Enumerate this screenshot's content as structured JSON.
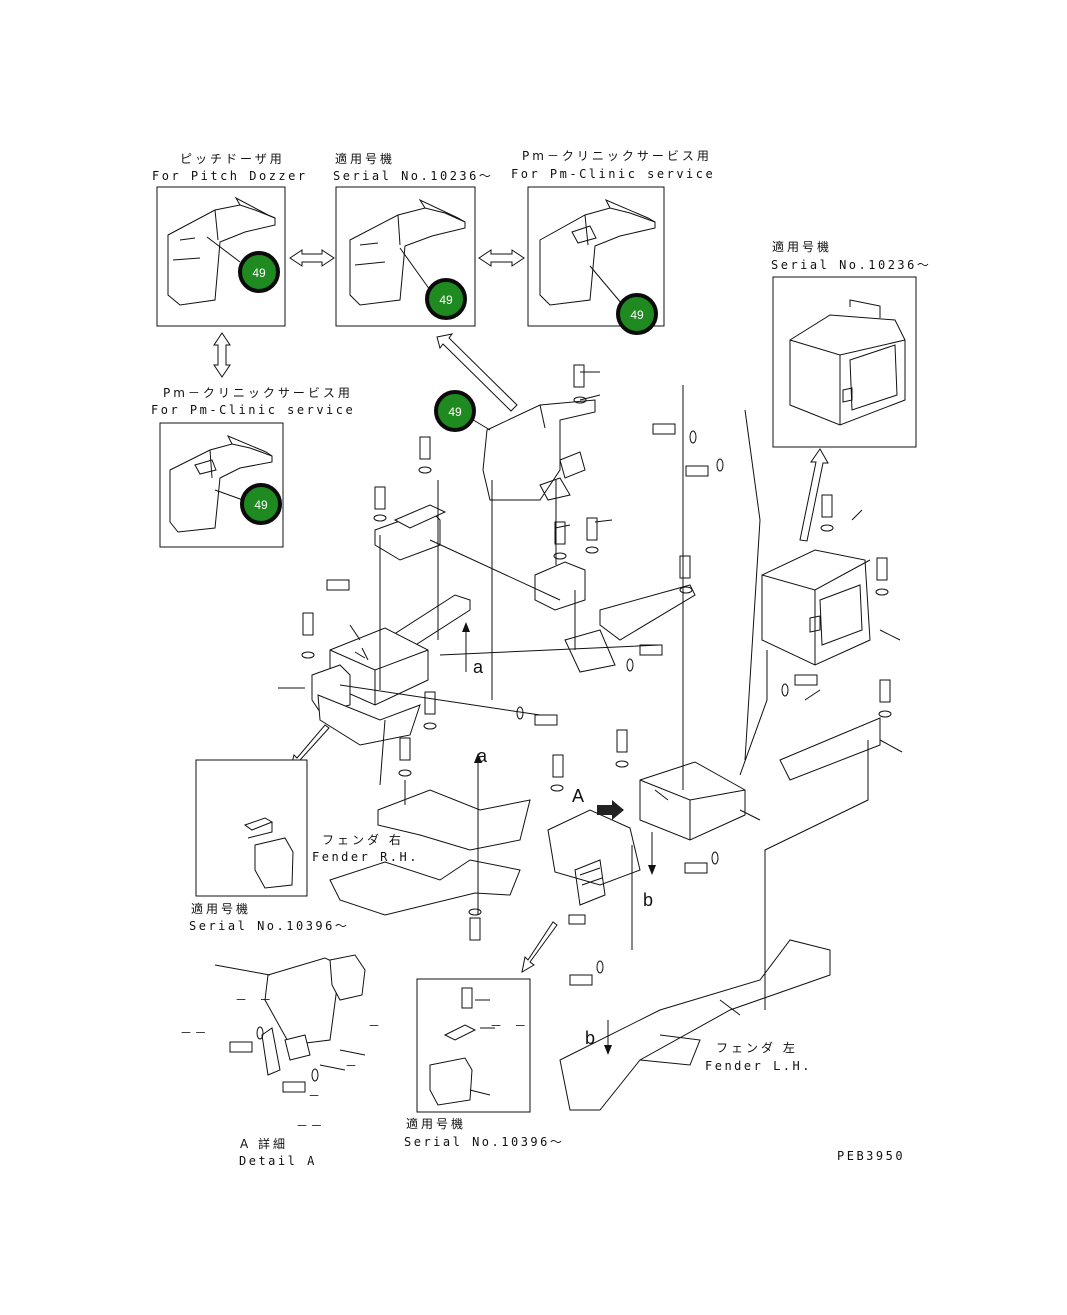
{
  "labels": {
    "pitch_jp": "ピッチドーザ用",
    "pitch_en": "For Pitch Dozzer",
    "serial_jp": "適用号機",
    "serial_10236": "Serial No.10236～",
    "pm_jp": "Pm－クリニックサービス用",
    "pm_en": "For Pm-Clinic service",
    "pm_jp_2": "Pm－クリニックサービス用",
    "pm_en_2": "For Pm-Clinic service",
    "serial_jp_right": "適用号機",
    "serial_10236_right": "Serial No.10236～",
    "serial_jp_left_lower": "適用号機",
    "serial_10396_left": "Serial No.10396～",
    "serial_jp_bottom": "適用号機",
    "serial_10396_bottom": "Serial No.10396～",
    "fender_rh_jp": "フェンダ 右",
    "fender_rh_en": "Fender R.H.",
    "fender_lh_jp": "フェンダ 左",
    "fender_lh_en": "Fender L.H.",
    "detail_jp": "A 詳細",
    "detail_en": "Detail A",
    "letter_a1": "a",
    "letter_a2": "a",
    "letter_A": "A",
    "letter_b1": "b",
    "letter_b2": "b",
    "dashes_1": "－－",
    "dashes_2": "－－",
    "dashes_3": "－ －",
    "dashes_4": "－",
    "dashes_5": "－",
    "dashes_6": "－",
    "dashes_7": "－ －",
    "doc_code": "PEB3950"
  },
  "callouts": [
    {
      "number": "49"
    },
    {
      "number": "49"
    },
    {
      "number": "49"
    },
    {
      "number": "49"
    },
    {
      "number": "49"
    }
  ],
  "colors": {
    "callout_fill": "#1f8a1f",
    "callout_ring": "#0b0b0b",
    "line": "#111111"
  }
}
